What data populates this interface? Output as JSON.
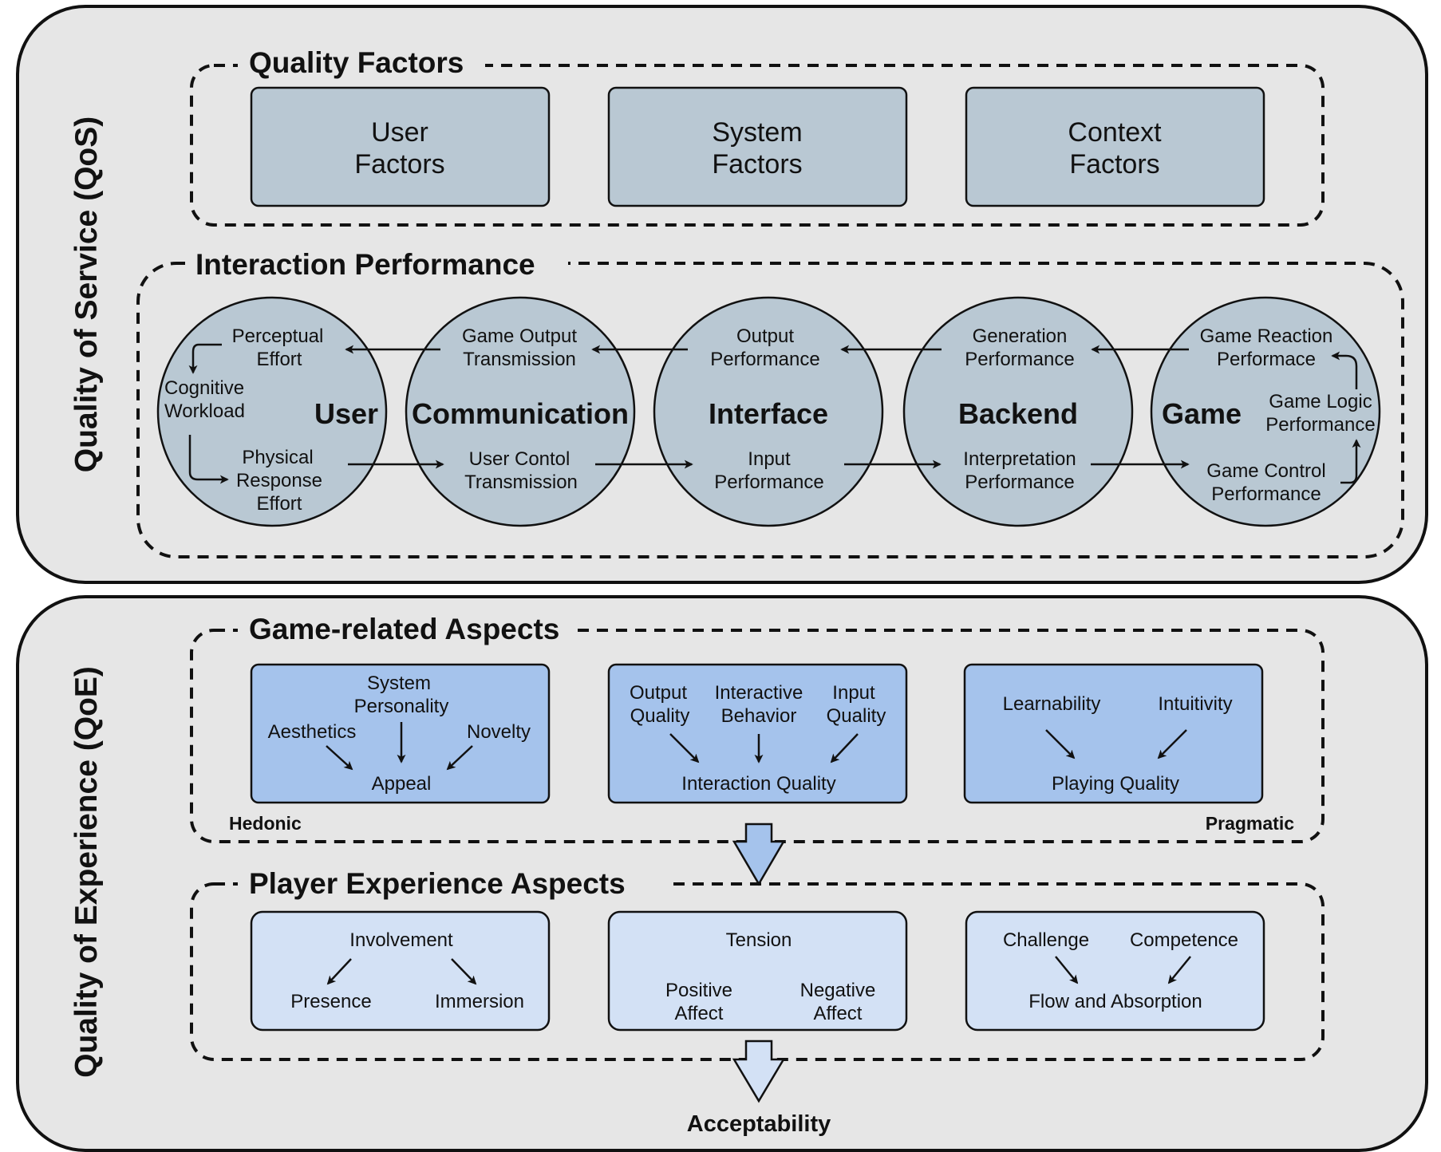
{
  "qos": {
    "side_label": "Quality of Service (QoS)",
    "quality_factors": {
      "title": "Quality Factors",
      "user": [
        "User",
        "Factors"
      ],
      "system": [
        "System",
        "Factors"
      ],
      "context": [
        "Context",
        "Factors"
      ]
    },
    "interaction_performance": {
      "title": "Interaction Performance",
      "user": {
        "name": "User",
        "perceptual": [
          "Perceptual",
          "Effort"
        ],
        "cognitive": [
          "Cognitive",
          "Workload"
        ],
        "physical": [
          "Physical",
          "Response",
          "Effort"
        ]
      },
      "communication": {
        "name": "Communication",
        "output": [
          "Game Output",
          "Transmission"
        ],
        "input": [
          "User Contol",
          "Transmission"
        ]
      },
      "interface": {
        "name": "Interface",
        "output": [
          "Output",
          "Performance"
        ],
        "input": [
          "Input",
          "Performance"
        ]
      },
      "backend": {
        "name": "Backend",
        "output": [
          "Generation",
          "Performance"
        ],
        "input": [
          "Interpretation",
          "Performance"
        ]
      },
      "game": {
        "name": "Game",
        "reaction": [
          "Game Reaction",
          "Performace"
        ],
        "logic": [
          "Game Logic",
          "Performance"
        ],
        "control": [
          "Game Control",
          "Performance"
        ]
      }
    }
  },
  "qoe": {
    "side_label": "Quality of Experience (QoE)",
    "game_related": {
      "title": "Game-related Aspects",
      "hedonic_label": "Hedonic",
      "pragmatic_label": "Pragmatic",
      "appeal_box": {
        "system_personality": [
          "System",
          "Personality"
        ],
        "aesthetics": "Aesthetics",
        "novelty": "Novelty",
        "result": "Appeal"
      },
      "interaction_box": {
        "output_quality": [
          "Output",
          "Quality"
        ],
        "interactive_behavior": [
          "Interactive",
          "Behavior"
        ],
        "input_quality": [
          "Input",
          "Quality"
        ],
        "result": "Interaction Quality"
      },
      "playing_box": {
        "learnability": "Learnability",
        "intuitivity": "Intuitivity",
        "result": "Playing Quality"
      }
    },
    "player_experience": {
      "title": "Player Experience Aspects",
      "involvement_box": {
        "top": "Involvement",
        "presence": "Presence",
        "immersion": "Immersion"
      },
      "tension_box": {
        "top": "Tension",
        "positive": [
          "Positive",
          "Affect"
        ],
        "negative": [
          "Negative",
          "Affect"
        ]
      },
      "flow_box": {
        "challenge": "Challenge",
        "competence": "Competence",
        "result": "Flow and Absorption"
      }
    },
    "acceptability": "Acceptability"
  },
  "colors": {
    "panel": "#e6e6e6",
    "quality_factor_box": "#b9c8d3",
    "game_aspect_box": "#a5c3ec",
    "player_aspect_box": "#d3e1f5",
    "circle": "#b9c8d3"
  }
}
